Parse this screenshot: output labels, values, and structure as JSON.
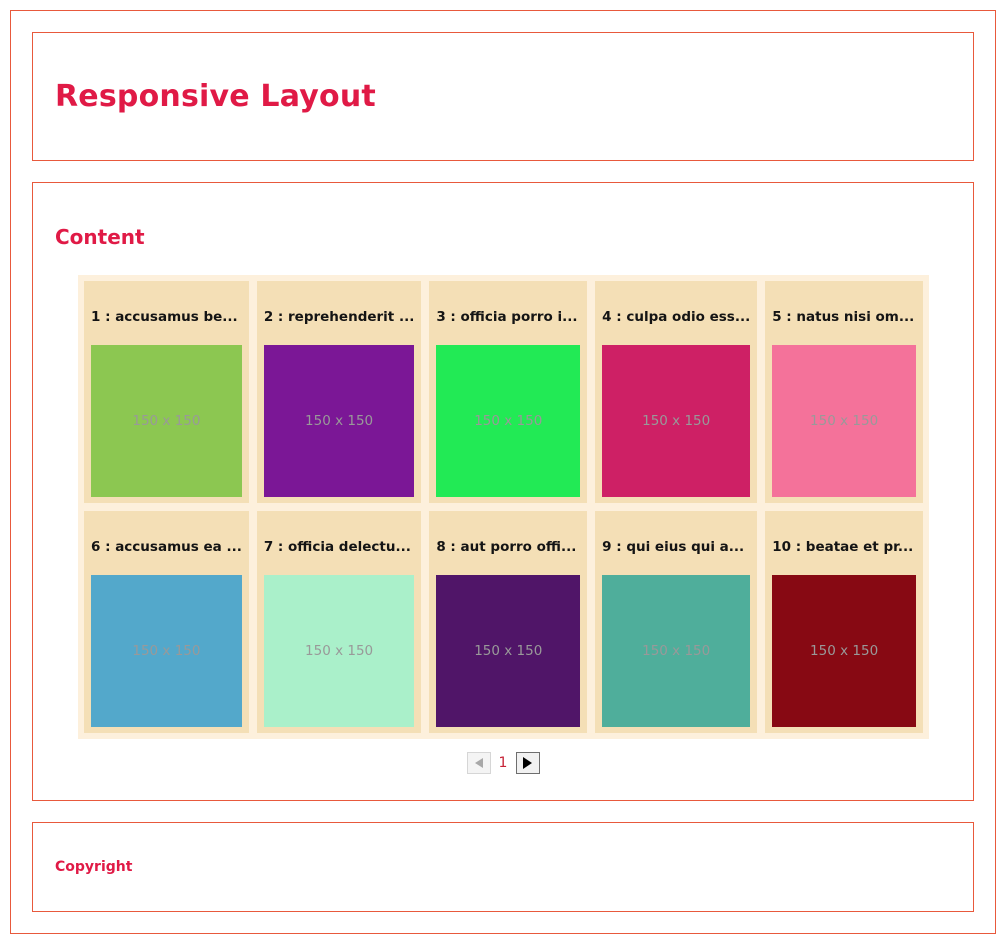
{
  "page": {
    "border_color": "#e8593c",
    "accent_color": "#e01a46"
  },
  "header": {
    "title": "Responsive Layout"
  },
  "main": {
    "heading": "Content",
    "grid_background": "#fdf0dc",
    "card_background": "#f4dfb6",
    "cards": [
      {
        "title": "1 : accusamus be...",
        "thumb_label": "150 x 150",
        "thumb_color": "#8cc751"
      },
      {
        "title": "2 : reprehenderit ...",
        "thumb_label": "150 x 150",
        "thumb_color": "#7b1796"
      },
      {
        "title": "3 : officia porro i...",
        "thumb_label": "150 x 150",
        "thumb_color": "#22ea55"
      },
      {
        "title": "4 : culpa odio ess...",
        "thumb_label": "150 x 150",
        "thumb_color": "#ce2065"
      },
      {
        "title": "5 : natus nisi om...",
        "thumb_label": "150 x 150",
        "thumb_color": "#f4729a"
      },
      {
        "title": "6 : accusamus ea ...",
        "thumb_label": "150 x 150",
        "thumb_color": "#53a8cb"
      },
      {
        "title": "7 : officia delectu...",
        "thumb_label": "150 x 150",
        "thumb_color": "#aaf0ca"
      },
      {
        "title": "8 : aut porro offi...",
        "thumb_label": "150 x 150",
        "thumb_color": "#501568"
      },
      {
        "title": "9 : qui eius qui a...",
        "thumb_label": "150 x 150",
        "thumb_color": "#4fae9b"
      },
      {
        "title": "10 : beatae et pr...",
        "thumb_label": "150 x 150",
        "thumb_color": "#870913"
      }
    ]
  },
  "pagination": {
    "prev_icon": "triangle-left-icon",
    "next_icon": "triangle-right-icon",
    "current_page": "1",
    "prev_enabled": false,
    "next_enabled": true
  },
  "footer": {
    "text": "Copyright"
  }
}
